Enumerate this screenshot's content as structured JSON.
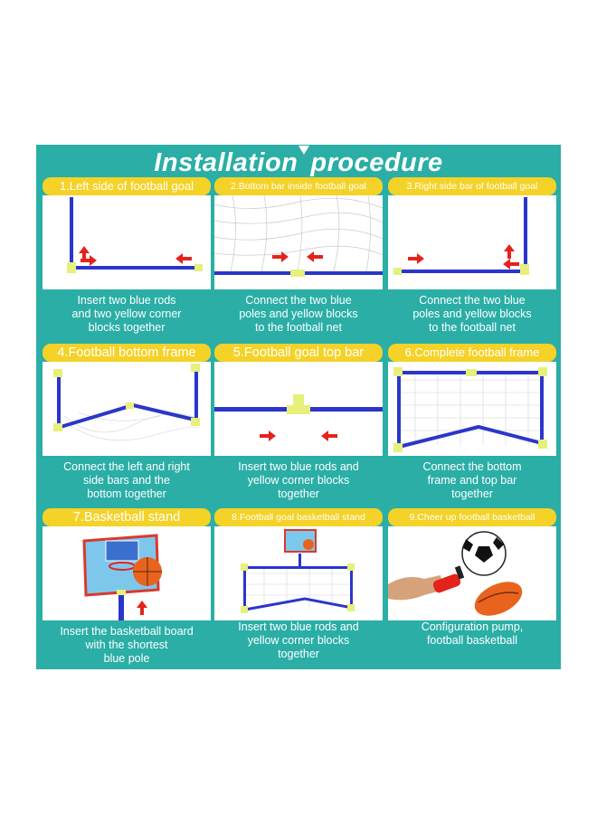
{
  "title": {
    "part1": "Installation",
    "part2": "procedure"
  },
  "steps": [
    {
      "label": "1.Left side of football goal",
      "caption": [
        "Insert two blue rods",
        "and two yellow corner",
        "blocks together"
      ]
    },
    {
      "label": "2.Bottom bar inside football goal",
      "caption": [
        "Connect the two blue",
        "poles and yellow blocks",
        "to the football net"
      ]
    },
    {
      "label": "3.Right side bar of football goal",
      "caption": [
        "Connect the two blue",
        "poles and yellow blocks",
        "to the football net"
      ]
    },
    {
      "label": "4.Football bottom frame",
      "caption": [
        "Connect the left and right",
        "side bars and the",
        "bottom together"
      ]
    },
    {
      "label": "5.Football goal top bar",
      "caption": [
        "Insert two blue rods and",
        "yellow corner blocks",
        "together"
      ]
    },
    {
      "label": "6.Complete football frame",
      "caption": [
        "Connect the bottom",
        "frame and top bar",
        "together"
      ]
    },
    {
      "label": "7.Basketball stand",
      "caption": [
        "Insert the basketball board",
        "with the shortest",
        "blue pole"
      ]
    },
    {
      "label": "8.Football goal basketball stand",
      "caption": [
        "Insert two blue rods and",
        "yellow corner blocks",
        "together"
      ]
    },
    {
      "label": "9.Cheer up football basketball",
      "caption": [
        "Configuration pump,",
        "football basketball"
      ]
    }
  ],
  "colors": {
    "background": "#2aaea6",
    "banner": "#f4d228",
    "rod": "#2b36c9",
    "connector": "#e6f07a",
    "arrow": "#e4231b"
  }
}
